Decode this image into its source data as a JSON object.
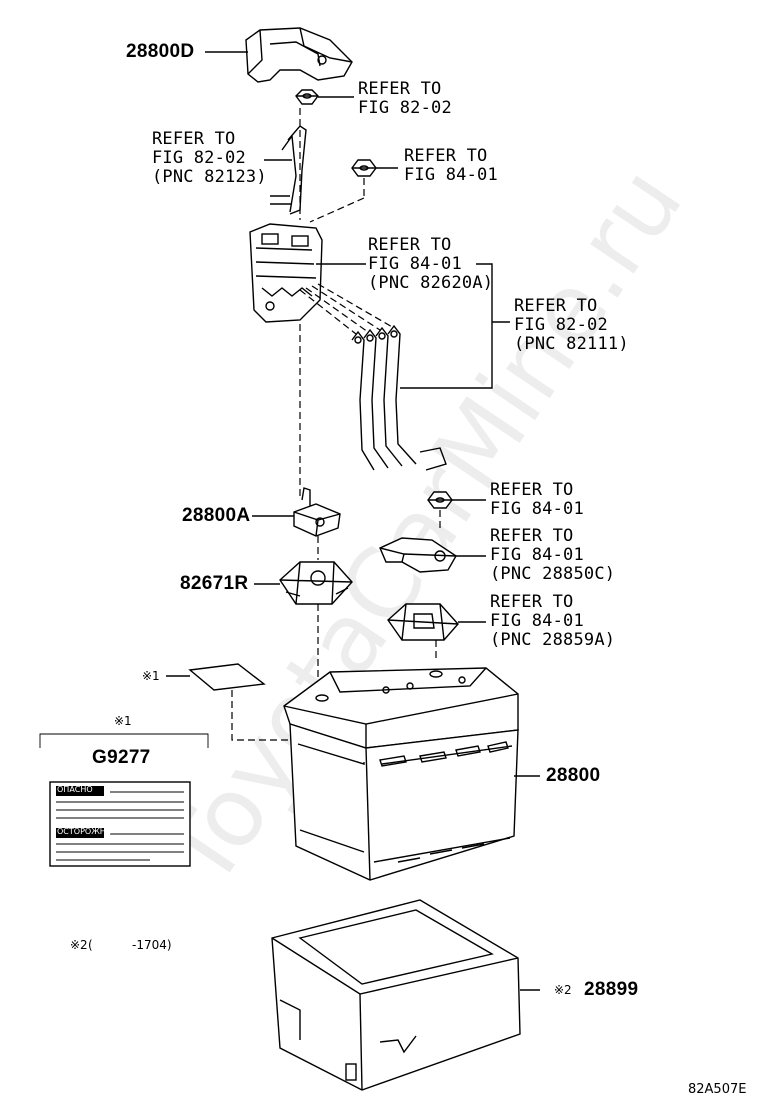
{
  "watermark": "ToyotaCarMine.ru",
  "callouts": {
    "p28800D": "28800D",
    "refer_top_nut": "REFER TO\nFIG 82-02",
    "refer_cable_left": "REFER TO\nFIG 82-02\n(PNC 82123)",
    "refer_nut_2": "REFER TO\nFIG 84-01",
    "refer_block": "REFER TO\nFIG 84-01\n(PNC 82620A)",
    "refer_wires": "REFER TO\nFIG 82-02\n(PNC 82111)",
    "p28800A": "28800A",
    "p82671R": "82671R",
    "refer_nut_3": "REFER TO\nFIG 84-01",
    "refer_28850C": "REFER TO\nFIG 84-01\n(PNC 28850C)",
    "refer_28859A": "REFER TO\nFIG 84-01\n(PNC 28859A)",
    "note1_marker": "※1",
    "p28800": "28800",
    "p28899": "28899",
    "note2_marker": "※2"
  },
  "label_box": {
    "marker": "※1",
    "part": "G9277",
    "warning_1": "ОПАСНО",
    "warning_2": "ОСТОРОЖНО"
  },
  "footnote": {
    "marker": "※2",
    "range": "-1704)",
    "open_paren": "("
  },
  "figure_code": "82A507E"
}
